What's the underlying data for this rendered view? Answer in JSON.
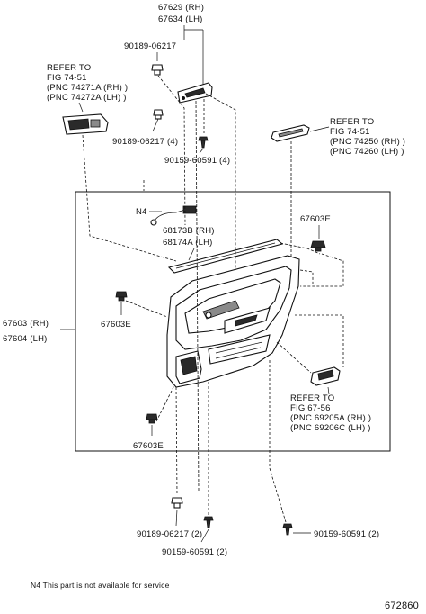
{
  "labels": {
    "p67629": "67629 (RH)",
    "p67634": "67634 (LH)",
    "screw_top": "90189-06217",
    "refer1_l1": "REFER TO",
    "refer1_l2": "FIG 74-51",
    "refer1_l3": "(PNC 74271A (RH) )",
    "refer1_l4": "(PNC 74272A (LH) )",
    "screw_mid": "90189-06217 (4)",
    "screw_mid2": "90159-60591 (4)",
    "refer2_l1": "REFER TO",
    "refer2_l2": "FIG 74-51",
    "refer2_l3": "(PNC 74250 (RH) )",
    "refer2_l4": "(PNC 74260 (LH) )",
    "n4": "N4",
    "p68173": "68173B (RH)",
    "p68174": "68174A (LH)",
    "clip_right": "67603E",
    "clip_left": "67603E",
    "clip_bottom": "67603E",
    "board_rh": "67603 (RH)",
    "board_lh": "67604 (LH)",
    "refer3_l1": "REFER TO",
    "refer3_l2": "FIG 67-56",
    "refer3_l3": "(PNC 69205A (RH) )",
    "refer3_l4": "(PNC 69206C (LH) )",
    "screw_bl": "90189-06217 (2)",
    "screw_bl2": "90159-60591 (2)",
    "screw_br": "90159-60591 (2)",
    "footnote": "N4  This part is not available for service",
    "figure_number": "672860"
  }
}
